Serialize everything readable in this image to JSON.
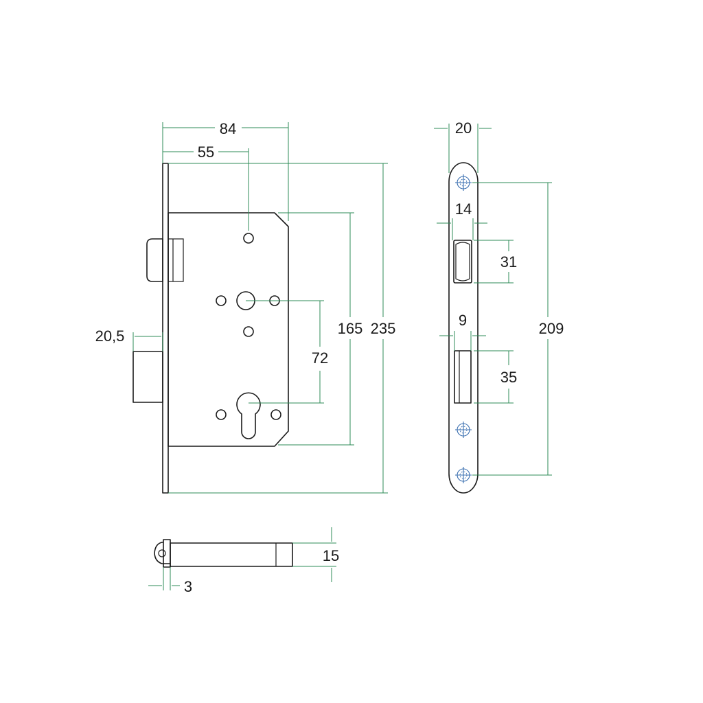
{
  "colors": {
    "outline": "#1a1a1a",
    "dimension_line": "#2e8b57",
    "screw_marks": "#3a6fb0",
    "background": "#ffffff"
  },
  "dimensions": {
    "width_84": "84",
    "backset_55": "55",
    "height_165": "165",
    "height_235": "235",
    "center_72": "72",
    "latch_throw_20_5": "20,5",
    "faceplate_width_20": "20",
    "latch_width_14": "14",
    "latch_height_31": "31",
    "bolt_width_9": "9",
    "bolt_height_35": "35",
    "screw_spacing_209": "209",
    "bolt_depth_15": "15",
    "plate_thickness_3": "3"
  }
}
